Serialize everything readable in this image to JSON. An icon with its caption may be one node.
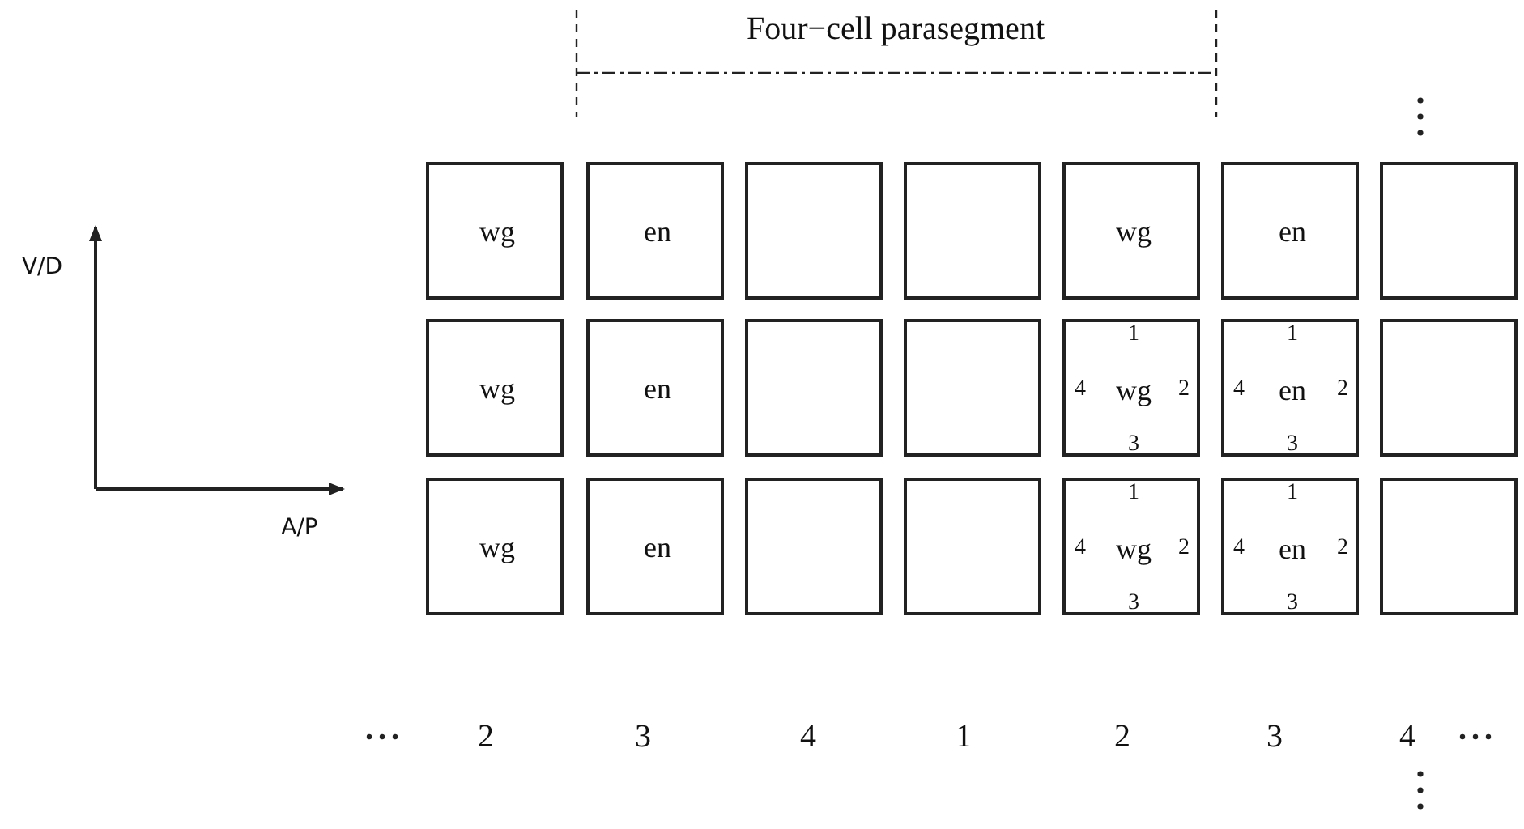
{
  "diagram": {
    "nodes": [
      {
        "text": [
          "wg"
        ]
      },
      {
        "text": [
          "en"
        ]
      },
      {
        "text": [],
        "shape": "box"
      },
      {
        "text": [],
        "shape": "box"
      },
      {
        "text": [
          "wg"
        ]
      },
      {
        "text": [
          "en"
        ]
      },
      {
        "text": [],
        "shape": "box"
      },
      {
        "text": [
          "wg"
        ]
      },
      {
        "text": [
          "en"
        ]
      },
      {
        "text": [],
        "shape": "box"
      },
      {
        "text": [],
        "shape": "box"
      },
      {
        "text": [
          "1",
          "4",
          "wg",
          "2",
          "3"
        ]
      },
      {
        "text": [
          "1",
          "4",
          "en",
          "2",
          "3"
        ]
      },
      {
        "text": [],
        "shape": "box"
      },
      {
        "text": [
          "wg"
        ]
      },
      {
        "text": [
          "en"
        ]
      },
      {
        "text": [],
        "shape": "box"
      },
      {
        "text": [],
        "shape": "box"
      },
      {
        "text": [
          "1",
          "4",
          "wg",
          "2",
          "3"
        ]
      },
      {
        "text": [
          "1",
          "4",
          "en",
          "2",
          "3"
        ]
      },
      {
        "text": [],
        "shape": "box"
      }
    ],
    "labels": [
      "Four−cell parasegment",
      "V/D",
      "A/P",
      "2",
      "3",
      "4",
      "1",
      "2",
      "3",
      "4"
    ]
  }
}
